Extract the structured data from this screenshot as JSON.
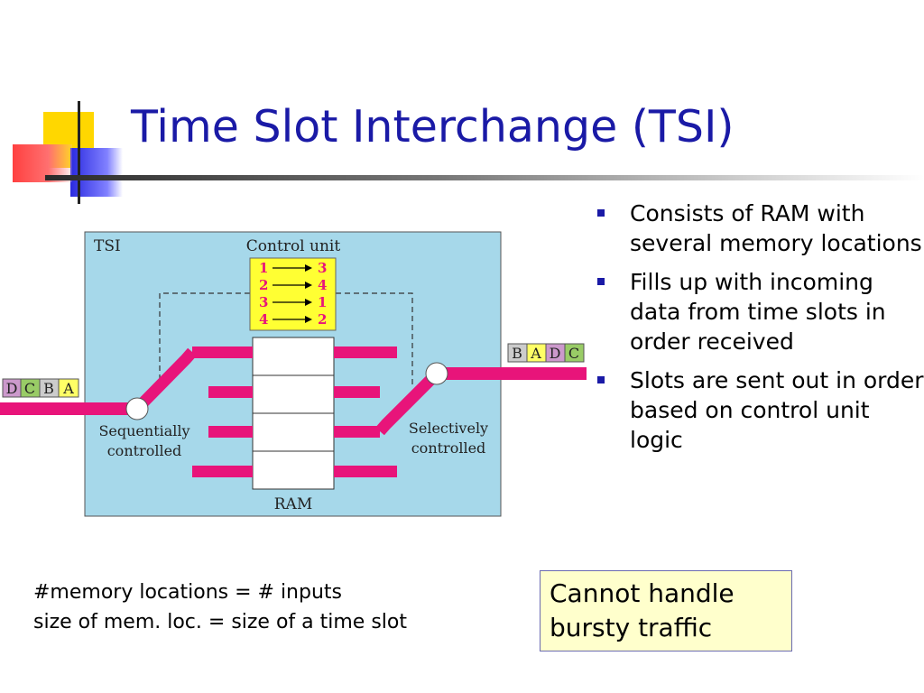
{
  "title": "Time Slot Interchange (TSI)",
  "bullets": [
    {
      "text": "Consists of RAM with several memory locations"
    },
    {
      "text": "Fills up with incoming data from time slots in order received"
    },
    {
      "text": "Slots are sent out in order based on control unit logic"
    }
  ],
  "diagram": {
    "tsi_label": "TSI",
    "control_unit_label": "Control unit",
    "mapping": [
      {
        "from": "1",
        "to": "3"
      },
      {
        "from": "2",
        "to": "4"
      },
      {
        "from": "3",
        "to": "1"
      },
      {
        "from": "4",
        "to": "2"
      }
    ],
    "ram_label": "RAM",
    "left_switch_label_1": "Sequentially",
    "left_switch_label_2": "controlled",
    "right_switch_label_1": "Selectively",
    "right_switch_label_2": "controlled",
    "input_slots": [
      "D",
      "C",
      "B",
      "A"
    ],
    "output_slots": [
      "B",
      "A",
      "D",
      "C"
    ]
  },
  "notes": [
    "#memory locations = # inputs",
    "size of mem. loc. = size of a time slot"
  ],
  "callout": [
    "Cannot handle",
    "bursty traffic"
  ],
  "colors": {
    "title": "#1a1aa6",
    "panel": "#a6d8ea",
    "control_unit": "#ffff33",
    "lines": "#e8147a",
    "slot_left": [
      "#cc99cc",
      "#99cc66",
      "#cccccc",
      "#ffff66"
    ],
    "slot_right": [
      "#cccccc",
      "#ffff66",
      "#cc99cc",
      "#99cc66"
    ],
    "callout_bg": "#ffffcc"
  }
}
